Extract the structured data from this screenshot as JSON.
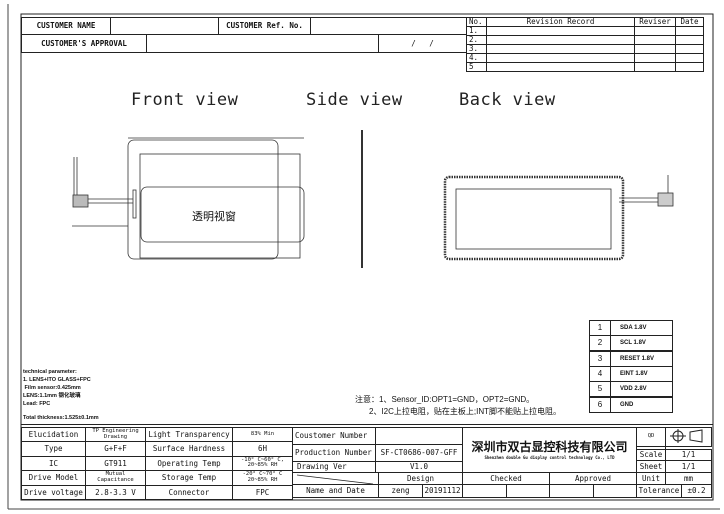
{
  "header": {
    "customer_name_label": "CUSTOMER NAME",
    "customer_name_value": "",
    "customer_ref_label": "CUSTOMER Ref. No.",
    "customer_ref_value": "",
    "approval_label": "CUSTOMER'S APPROVAL",
    "approval_value": "",
    "approval_date": "/   /"
  },
  "revision": {
    "headers": [
      "No.",
      "Revision Record",
      "Reviser",
      "Date"
    ],
    "rows": [
      "1.",
      "2.",
      "3.",
      "4.",
      "5"
    ]
  },
  "views": {
    "front": "Front view",
    "side": "Side view",
    "back": "Back view",
    "front_window_label": "透明视窗"
  },
  "pins": [
    {
      "no": "1",
      "name": "SDA 1.8V"
    },
    {
      "no": "2",
      "name": "SCL 1.8V"
    },
    {
      "no": "3",
      "name": "RESET 1.8V"
    },
    {
      "no": "4",
      "name": "EINT 1.8V"
    },
    {
      "no": "5",
      "name": "VDD 2.8V"
    },
    {
      "no": "6",
      "name": "GND"
    }
  ],
  "tech": {
    "title": "technical parameter:",
    "l1": "1. LENS+ITO GLASS+FPC",
    "l2": " Film sensor:0.425mm",
    "l3": "LENS:1.1mm 钢化玻璃",
    "l4": "Lead: FPC",
    "l5": "Total thickness:1.525±0.1mm"
  },
  "notes": {
    "n1": "注意：1、Sensor_ID:OPT1=GND，OPT2=GND。",
    "n2": "2、I2C上拉电阻，贴在主板上;INT脚不能贴上拉电阻。"
  },
  "specs": [
    {
      "k1": "Elucidation",
      "v1": "TP Engineering Drawing",
      "k2": "Light Transparency",
      "v2": "83% Min"
    },
    {
      "k1": "Type",
      "v1": "G+F+F",
      "k2": "Surface Hardness",
      "v2": "6H"
    },
    {
      "k1": "IC",
      "v1": "GT911",
      "k2": "Operating Temp",
      "v2": "-10° C~60° C, 20~85% RH"
    },
    {
      "k1": "Drive Model",
      "v1": "Mutual Capacitance",
      "k2": "Storage Temp",
      "v2": "-20° C~70° C 20~85% RH"
    },
    {
      "k1": "Drive voltage",
      "v1": "2.8-3.3 V",
      "k2": "Connector",
      "v2": "FPC"
    }
  ],
  "titleblock": {
    "customer_number_label": "Coustomer Number",
    "customer_number": "",
    "production_number_label": "Production Number",
    "production_number": "SF-CT0686-007-GFF",
    "drawing_ver_label": "Drawing Ver",
    "drawing_ver": "V1.0",
    "design_label": "Design",
    "checked_label": "Checked",
    "approved_label": "Approved",
    "name_date_label": "Name and Date",
    "designer": "zeng",
    "design_date": "20191112",
    "company_cn": "深圳市双古显控科技有限公司",
    "company_en": "Shenzhen double Gu display control technology Co., LTD",
    "projection_label": "QD",
    "scale_label": "Scale",
    "scale": "1/1",
    "sheet_label": "Sheet",
    "sheet": "1/1",
    "unit_label": "Unit",
    "unit": "mm",
    "tolerance_label": "Tolerance",
    "tolerance": "±0.2"
  }
}
